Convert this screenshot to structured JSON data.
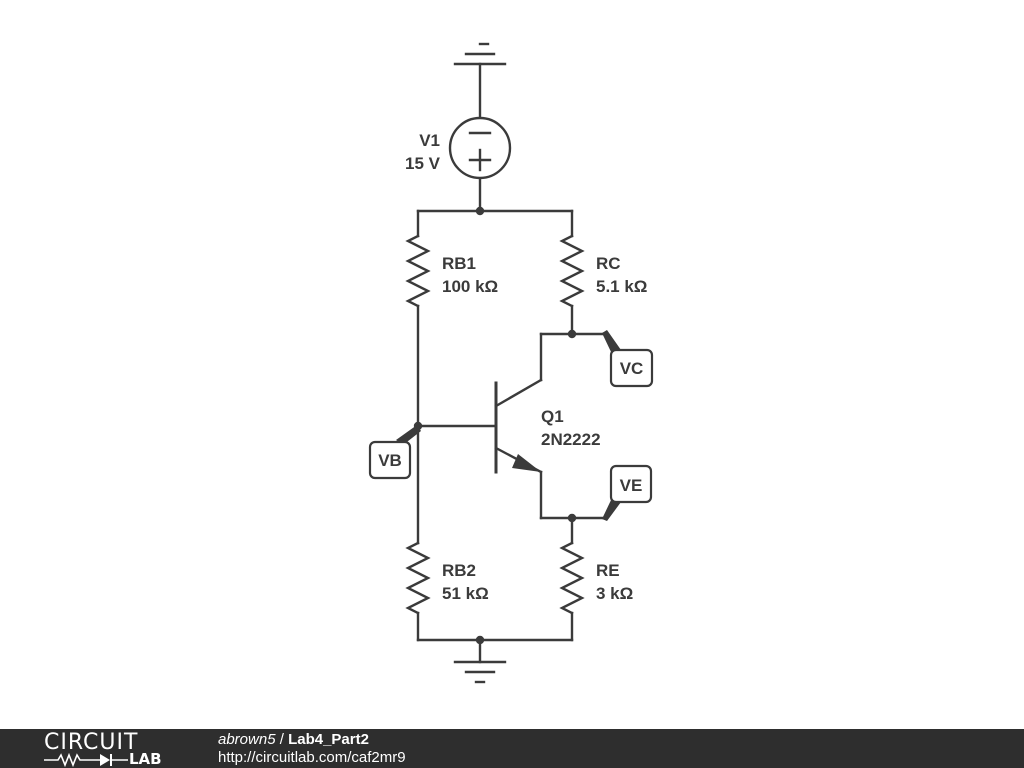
{
  "components": {
    "v1": {
      "name": "V1",
      "value": "15 V",
      "minus": "−",
      "plus": "+"
    },
    "rb1": {
      "name": "RB1",
      "value": "100 kΩ"
    },
    "rc": {
      "name": "RC",
      "value": "5.1 kΩ"
    },
    "rb2": {
      "name": "RB2",
      "value": "51 kΩ"
    },
    "re": {
      "name": "RE",
      "value": "3 kΩ"
    },
    "q1": {
      "name": "Q1",
      "value": "2N2222"
    }
  },
  "probes": {
    "vc": "VC",
    "vb": "VB",
    "ve": "VE"
  },
  "footer": {
    "logo_top": "CIRCUIT",
    "logo_bottom": "LAB",
    "user": "abrown5",
    "separator": " / ",
    "title": "Lab4_Part2",
    "url": "http://circuitlab.com/caf2mr9"
  }
}
